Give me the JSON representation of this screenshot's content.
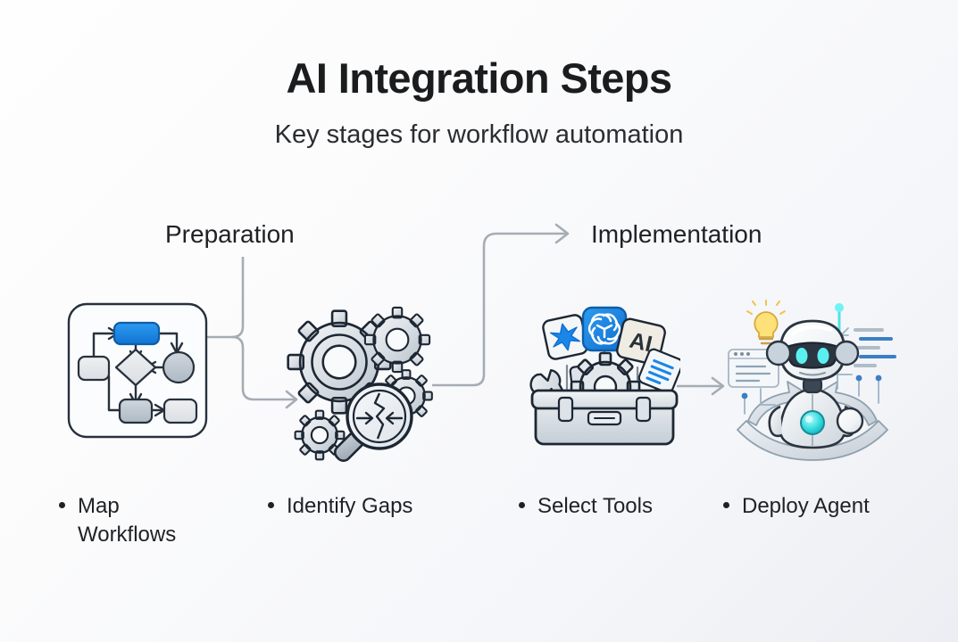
{
  "header": {
    "title": "AI Integration Steps",
    "subtitle": "Key stages for workflow automation"
  },
  "phases": [
    {
      "id": "preparation",
      "label": "Preparation"
    },
    {
      "id": "implementation",
      "label": "Implementation"
    }
  ],
  "steps": [
    {
      "id": "map-workflows",
      "label": "Map\nWorkflows",
      "icon": "workflow-diagram-icon",
      "phase": "preparation"
    },
    {
      "id": "identify-gaps",
      "label": "Identify Gaps",
      "icon": "gears-magnifier-icon",
      "phase": "preparation"
    },
    {
      "id": "select-tools",
      "label": "Select Tools",
      "icon": "toolbox-ai-tools-icon",
      "phase": "implementation"
    },
    {
      "id": "deploy-agent",
      "label": "Deploy Agent",
      "icon": "ai-robot-agent-icon",
      "phase": "implementation"
    }
  ],
  "connectors": [
    {
      "id": "prep-bracket-arrow",
      "name": "bracket-arrow-to-gears"
    },
    {
      "id": "phase-transition-arrow",
      "name": "arrow-to-implementation"
    },
    {
      "id": "tools-to-agent-arrow",
      "name": "arrow-toolbox-to-robot"
    }
  ],
  "icon_text": {
    "ai_card": "AI"
  },
  "colors": {
    "accent_blue": "#1a86e8",
    "deep_blue": "#0f6fd0",
    "cyan_glow": "#2fe0e0",
    "text_dark": "#1f2124",
    "title_dark": "#1b1c1e",
    "connector_gray": "#9aa0a8",
    "icon_outline": "#1d2733",
    "icon_fill_light": "#e9ecef",
    "icon_fill_mid": "#c2cbd4",
    "background_start": "#fefefe",
    "background_end": "#eceef3"
  }
}
